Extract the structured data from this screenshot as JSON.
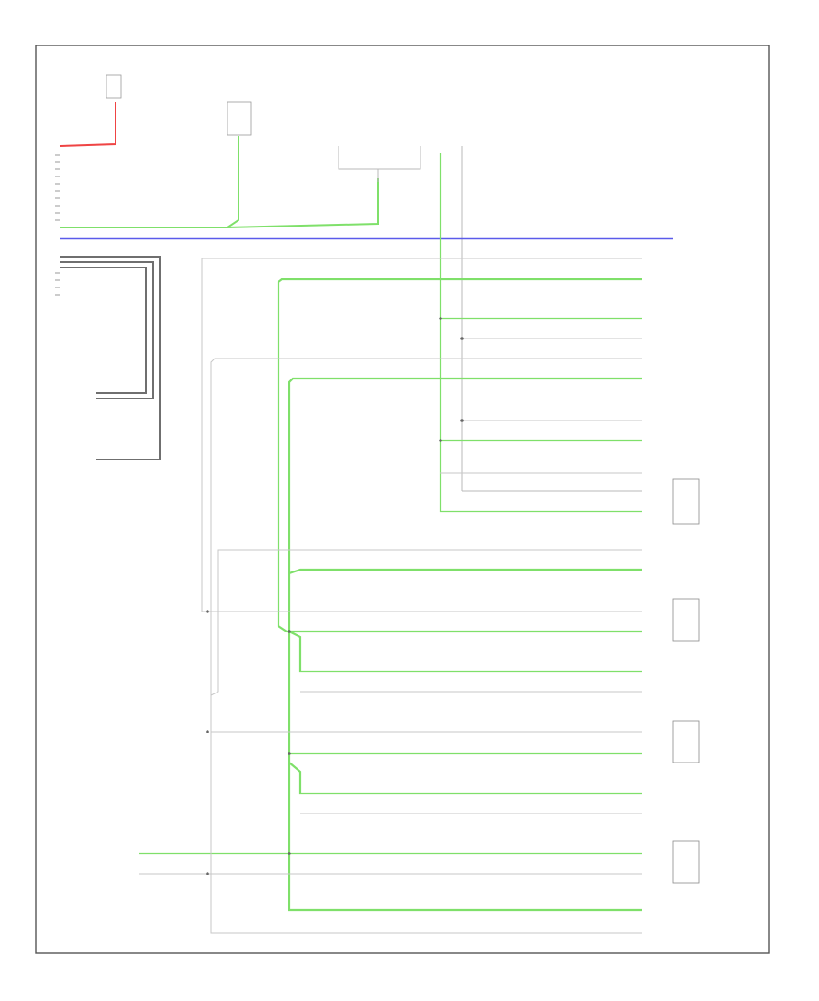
{
  "diagram": {
    "page_ref": "",
    "wire_colors": {
      "red": "#ef4444",
      "green": "#7fe06a",
      "blue": "#5b5bea",
      "gray": "#b9b9b9",
      "dark": "#6f6f6f",
      "frame": "#555555"
    },
    "top_components": [
      {
        "id": "fuse",
        "lines": [
          "",
          "",
          "",
          ""
        ]
      },
      {
        "id": "top-comp-2",
        "lines": [
          "",
          "",
          "",
          "",
          ""
        ]
      },
      {
        "id": "top-comp-3",
        "lines": [
          "",
          "",
          "",
          "",
          ""
        ]
      },
      {
        "id": "top-comp-4",
        "lines": [
          "",
          "",
          "",
          "",
          ""
        ]
      }
    ],
    "left_components": [
      {
        "id": "left-comp-1",
        "lines": [
          "",
          "",
          "",
          "",
          "",
          "",
          ""
        ]
      },
      {
        "id": "left-comp-2",
        "lines": [
          "",
          "",
          ""
        ]
      },
      {
        "id": "left-comp-3",
        "lines": [
          "",
          "",
          "",
          ""
        ]
      },
      {
        "id": "left-bottom-comp",
        "lines": [
          "",
          "",
          "",
          "",
          "",
          "",
          "",
          "",
          "",
          ""
        ]
      }
    ],
    "right_components": [
      {
        "id": "right-comp-1",
        "lines": [
          "",
          "",
          "",
          "",
          "",
          ""
        ]
      },
      {
        "id": "right-comp-2",
        "lines": [
          "",
          ""
        ]
      },
      {
        "id": "right-comp-3",
        "lines": [
          "",
          "",
          "",
          "",
          "",
          "",
          ""
        ]
      },
      {
        "id": "right-comp-4",
        "lines": [
          "",
          "",
          "",
          "",
          ""
        ]
      },
      {
        "id": "right-comp-5",
        "lines": [
          "",
          "",
          ""
        ]
      },
      {
        "id": "right-comp-6",
        "lines": [
          "",
          "",
          ""
        ]
      },
      {
        "id": "right-comp-7",
        "lines": [
          "",
          "",
          "",
          ""
        ]
      },
      {
        "id": "right-comp-8",
        "lines": [
          "",
          "",
          "",
          ""
        ]
      },
      {
        "id": "right-comp-9",
        "lines": [
          "",
          "",
          "",
          "",
          "",
          "",
          ""
        ]
      },
      {
        "id": "right-comp-10",
        "lines": [
          "",
          "",
          "",
          "",
          "",
          "",
          "",
          ""
        ]
      },
      {
        "id": "right-comp-11",
        "lines": [
          "",
          "",
          "",
          "",
          "",
          "",
          "",
          ""
        ]
      }
    ]
  }
}
